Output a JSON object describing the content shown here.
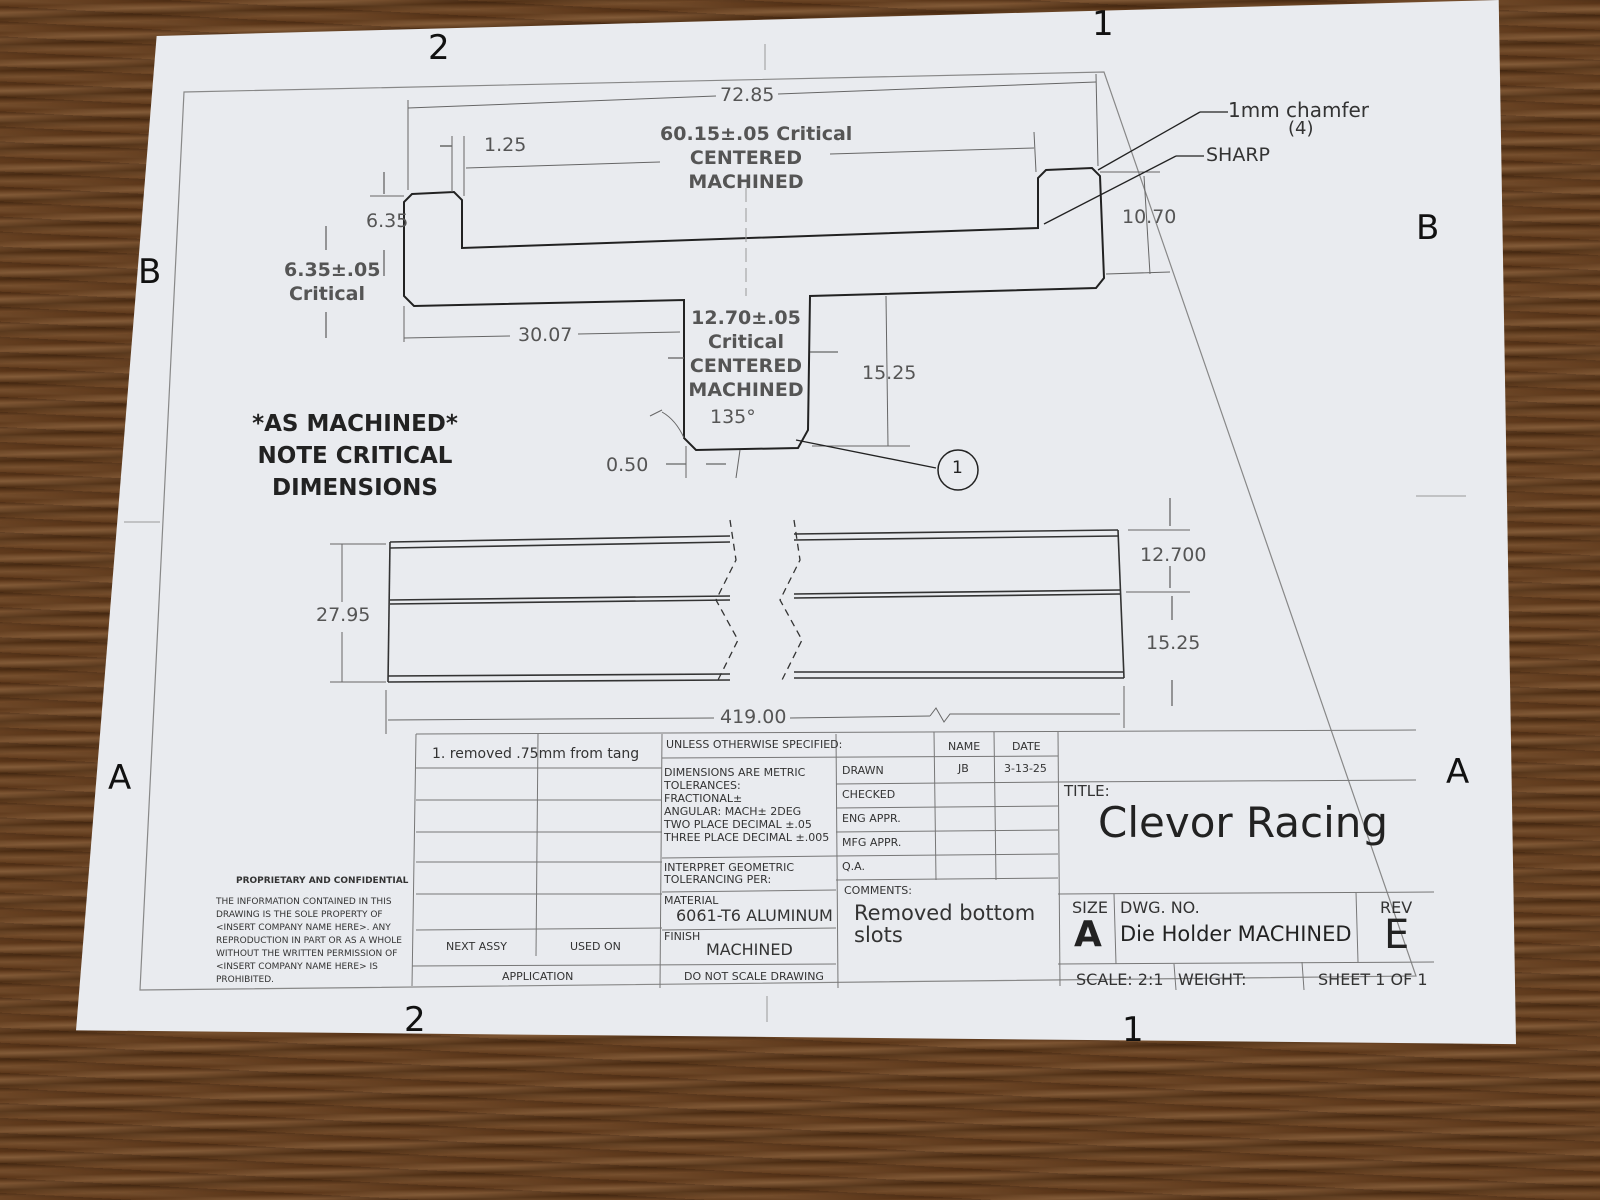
{
  "zones": {
    "two": "2",
    "one": "1",
    "b": "B",
    "a": "A"
  },
  "top_view": {
    "overall_width": "72.85",
    "chamfer_width": "1.25",
    "flange_left_height": "6.35",
    "flange_tol": "6.35±.05",
    "flange_tol_note": "Critical",
    "slot_width_line1": "60.15±.05 Critical",
    "slot_width_line2": "CENTERED",
    "slot_width_line3": "MACHINED",
    "right_height": "10.70",
    "chamfer_note": "1mm chamfer",
    "chamfer_count": "(4)",
    "sharp_note": "SHARP",
    "offset": "30.07",
    "tang_width_line1": "12.70±.05",
    "tang_width_line2": "Critical",
    "tang_width_line3": "CENTERED",
    "tang_width_line4": "MACHINED",
    "angle": "135°",
    "tang_height": "15.25",
    "corner": "0.50",
    "balloon": "1"
  },
  "note": {
    "line1": "*AS MACHINED*",
    "line2": "NOTE CRITICAL DIMENSIONS"
  },
  "side_view": {
    "total_height": "27.95",
    "upper": "12.700",
    "lower": "15.25",
    "length": "419.00"
  },
  "title_block": {
    "revision_note": "1. removed .75mm from tang",
    "next_assy": "NEXT ASSY",
    "used_on": "USED ON",
    "application": "APPLICATION",
    "unless": "UNLESS OTHERWISE SPECIFIED:",
    "dims_metric": "DIMENSIONS ARE METRIC",
    "tolerances": "TOLERANCES:",
    "fractional": "FRACTIONAL±",
    "angular": "ANGULAR: MACH± 2DEG",
    "two_place": "TWO PLACE DECIMAL    ±.05",
    "three_place": "THREE PLACE DECIMAL  ±.005",
    "interpret_1": "INTERPRET GEOMETRIC",
    "interpret_2": "TOLERANCING PER:",
    "material_label": "MATERIAL",
    "material": "6061-T6 ALUMINUM",
    "finish_label": "FINISH",
    "finish": "MACHINED",
    "do_not_scale": "DO NOT SCALE DRAWING",
    "name_hdr": "NAME",
    "date_hdr": "DATE",
    "drawn": "DRAWN",
    "drawn_name": "JB",
    "drawn_date": "3-13-25",
    "checked": "CHECKED",
    "eng_appr": "ENG APPR.",
    "mfg_appr": "MFG APPR.",
    "qa": "Q.A.",
    "comments_label": "COMMENTS:",
    "comments_1": "Removed bottom",
    "comments_2": "slots",
    "title_label": "TITLE:",
    "title": "Clevor Racing",
    "size_label": "SIZE",
    "size": "A",
    "dwg_label": "DWG.  NO.",
    "dwg_no": "Die Holder MACHINED",
    "rev_label": "REV",
    "rev": "E",
    "scale": "SCALE: 2:1",
    "weight": "WEIGHT:",
    "sheet": "SHEET 1 OF 1",
    "prop_title": "PROPRIETARY AND CONFIDENTIAL",
    "prop_1": "THE INFORMATION CONTAINED IN THIS",
    "prop_2": "DRAWING IS THE SOLE PROPERTY OF",
    "prop_3": "<INSERT COMPANY NAME HERE>.  ANY",
    "prop_4": "REPRODUCTION IN PART OR AS A WHOLE",
    "prop_5": "WITHOUT THE WRITTEN PERMISSION OF",
    "prop_6": "<INSERT COMPANY NAME HERE> IS",
    "prop_7": "PROHIBITED."
  }
}
